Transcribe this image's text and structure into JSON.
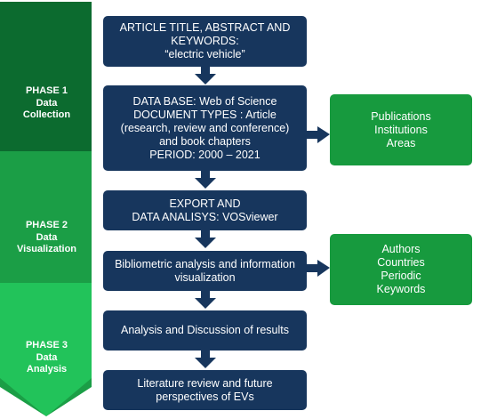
{
  "phases": [
    {
      "title": "PHASE 1",
      "lines": [
        "Data",
        "Collection"
      ],
      "color": "#0c6b2f"
    },
    {
      "title": "PHASE 2",
      "lines": [
        "Data",
        "Visualization"
      ],
      "color": "#1b9e46"
    },
    {
      "title": "PHASE 3",
      "lines": [
        "Data",
        "Analysis"
      ],
      "color": "#22c35a"
    }
  ],
  "steps": [
    {
      "lines": [
        "ARTICLE TITLE, ABSTRACT AND",
        "KEYWORDS:",
        "“electric vehicle”"
      ]
    },
    {
      "lines": [
        "DATA BASE: Web of Science",
        "DOCUMENT TYPES : Article",
        "(research, review and conference)",
        "and book chapters",
        "PERIOD: 2000 – 2021"
      ]
    },
    {
      "lines": [
        "EXPORT AND",
        "DATA ANALISYS: VOSviewer"
      ]
    },
    {
      "lines": [
        "Bibliometric analysis and information",
        "visualization"
      ]
    },
    {
      "lines": [
        "Analysis and Discussion of results"
      ]
    },
    {
      "lines": [
        "Literature review and future",
        "perspectives of EVs"
      ]
    }
  ],
  "side_boxes": [
    {
      "lines": [
        "Publications",
        "Institutions",
        "Areas"
      ]
    },
    {
      "lines": [
        "Authors",
        "Countries",
        "Periodic",
        "Keywords"
      ]
    }
  ],
  "colors": {
    "step_box": "#17365d",
    "side_box": "#179a3e",
    "arrow": "#17365d"
  }
}
